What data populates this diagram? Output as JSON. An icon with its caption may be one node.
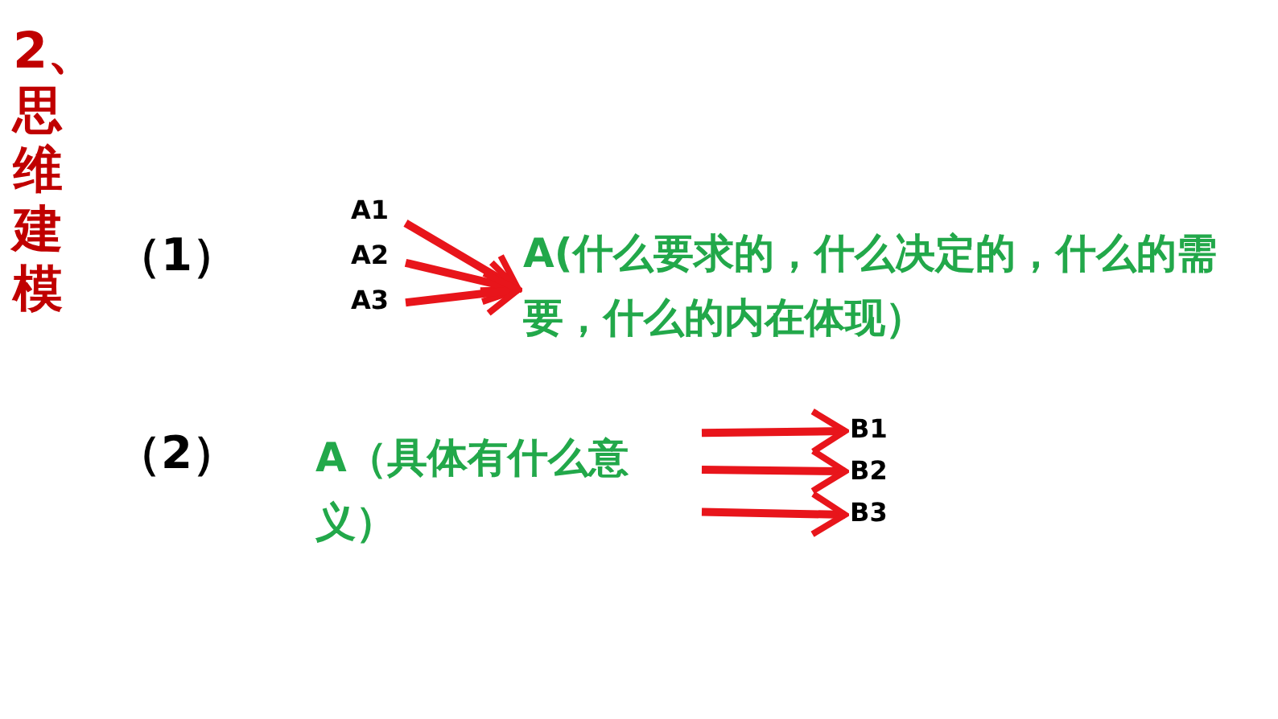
{
  "diagram": {
    "title": "2、思维建模",
    "nodes": [
      {
        "text": [
          "A1"
        ]
      },
      {
        "text": [
          "A2"
        ]
      },
      {
        "text": [
          "A3"
        ]
      },
      {
        "text": [
          "A(什么要求的，什么决定的，什么的需要，什么的内在体现）"
        ]
      },
      {
        "text": [
          "A（具体有什么意义）"
        ]
      },
      {
        "text": [
          "B1"
        ]
      },
      {
        "text": [
          "B2"
        ]
      },
      {
        "text": [
          "B3"
        ]
      }
    ],
    "edges": [
      {
        "from": 0,
        "to": 3,
        "arrow": "to"
      },
      {
        "from": 1,
        "to": 3,
        "arrow": "to"
      },
      {
        "from": 2,
        "to": 3,
        "arrow": "to"
      },
      {
        "from": 4,
        "to": 5,
        "arrow": "to"
      },
      {
        "from": 4,
        "to": 6,
        "arrow": "to"
      },
      {
        "from": 4,
        "to": 7,
        "arrow": "to"
      }
    ],
    "labels": [
      "（1）",
      "（2）"
    ]
  }
}
